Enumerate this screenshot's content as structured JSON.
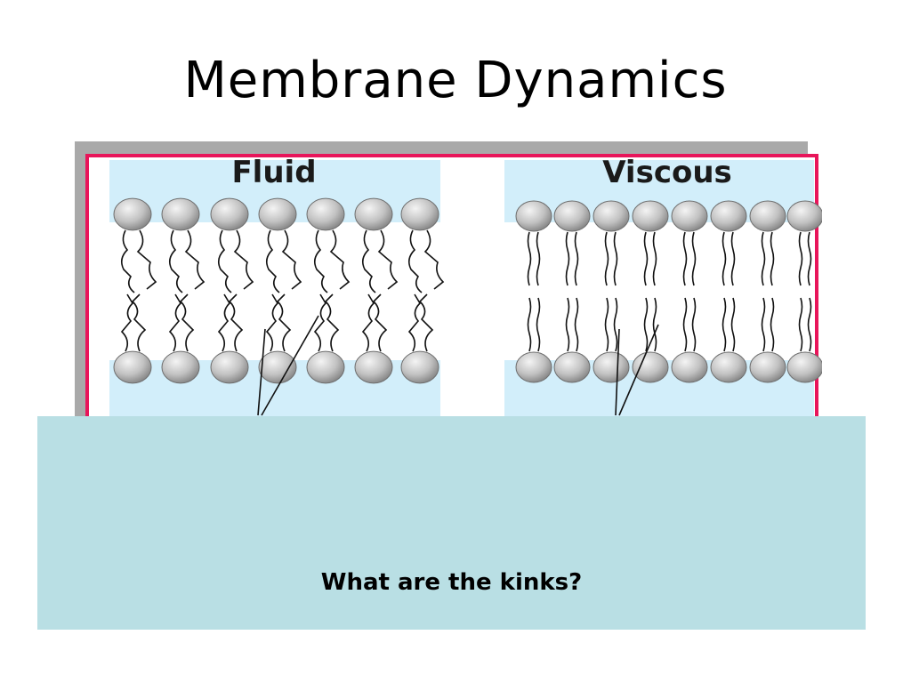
{
  "slide": {
    "title": "Membrane Dynamics",
    "question": "What are the kinks?"
  },
  "figure": {
    "panels": [
      {
        "label": "Fluid",
        "state": "fluid"
      },
      {
        "label": "Viscous",
        "state": "viscous"
      }
    ],
    "colors": {
      "frame": "#e8155a",
      "shadow": "#9a9a9a",
      "panel_bg": "#d2eefa",
      "head": "#c4c4c4",
      "tail": "#111111"
    }
  },
  "colors": {
    "text_box": "#b9dfe4"
  }
}
